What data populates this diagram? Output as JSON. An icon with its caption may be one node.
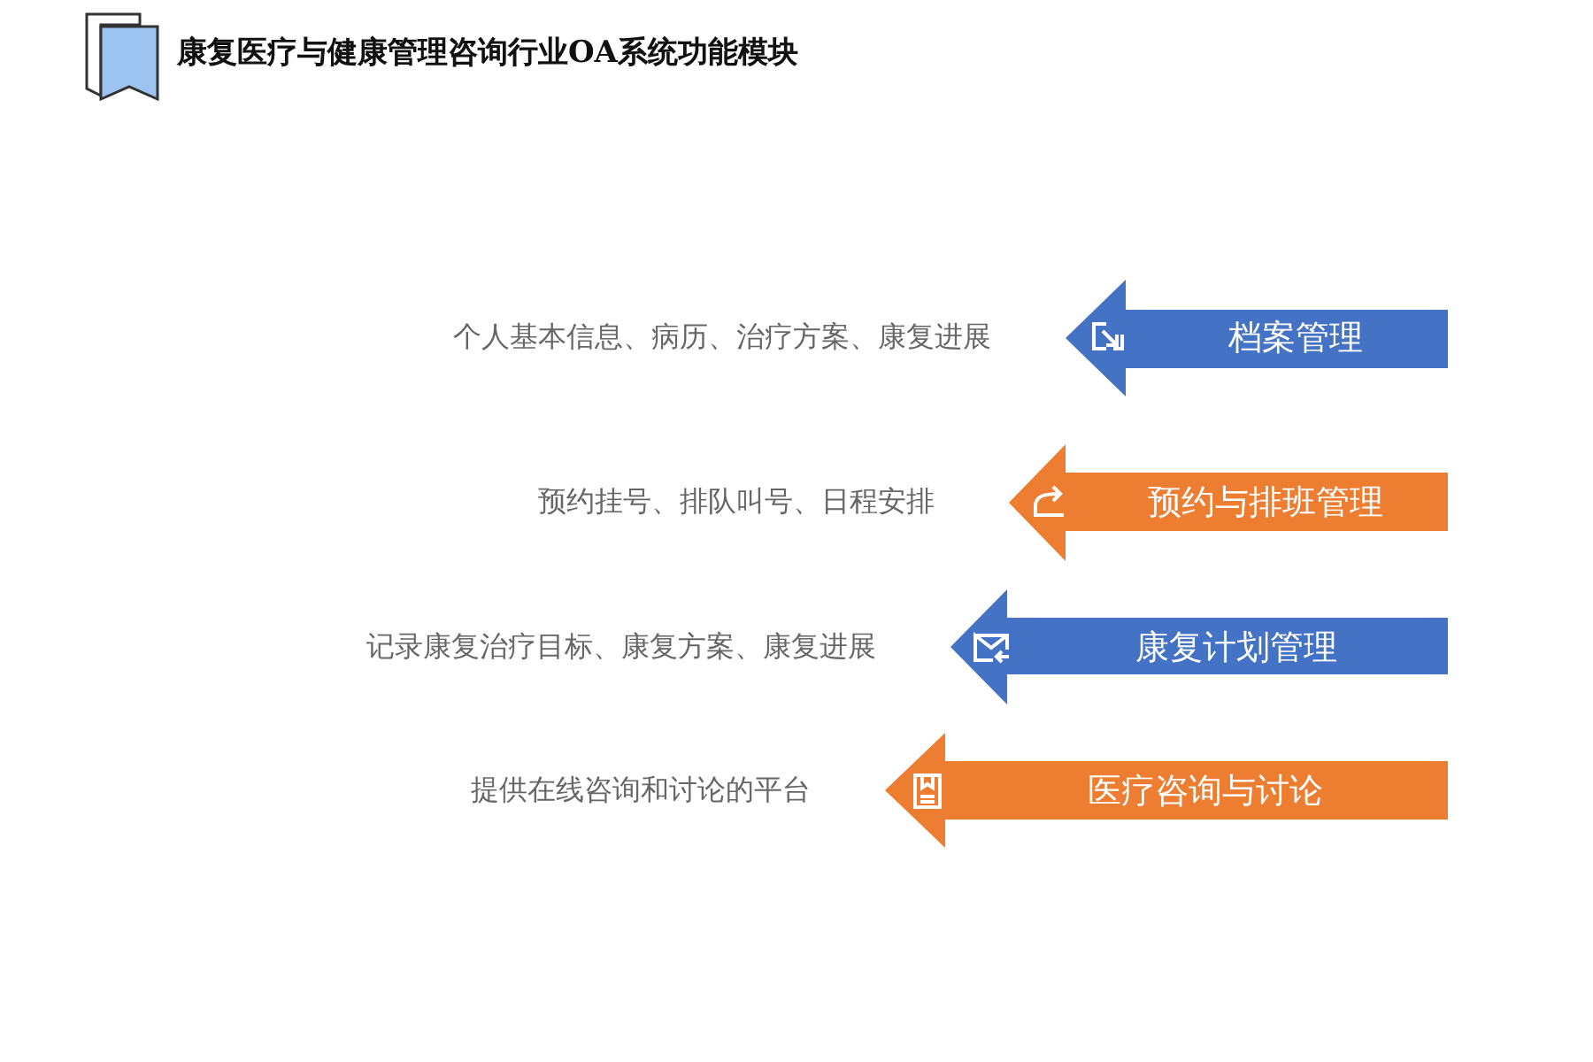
{
  "diagram": {
    "title": "康复医疗与健康管理咨询行业OA系统功能模块",
    "nodes": [
      {
        "text": [
          "档案管理"
        ],
        "beside": [
          "个人基本信息、病历、治疗方案、康复进展"
        ]
      },
      {
        "text": [
          "预约与排班管理"
        ],
        "beside": [
          "预约挂号、排队叫号、日程安排"
        ]
      },
      {
        "text": [
          "康复计划管理"
        ],
        "beside": [
          "记录康复治疗目标、康复方案、康复进展"
        ]
      },
      {
        "text": [
          "医疗咨询与讨论"
        ],
        "beside": [
          "提供在线咨询和讨论的平台"
        ]
      }
    ]
  }
}
